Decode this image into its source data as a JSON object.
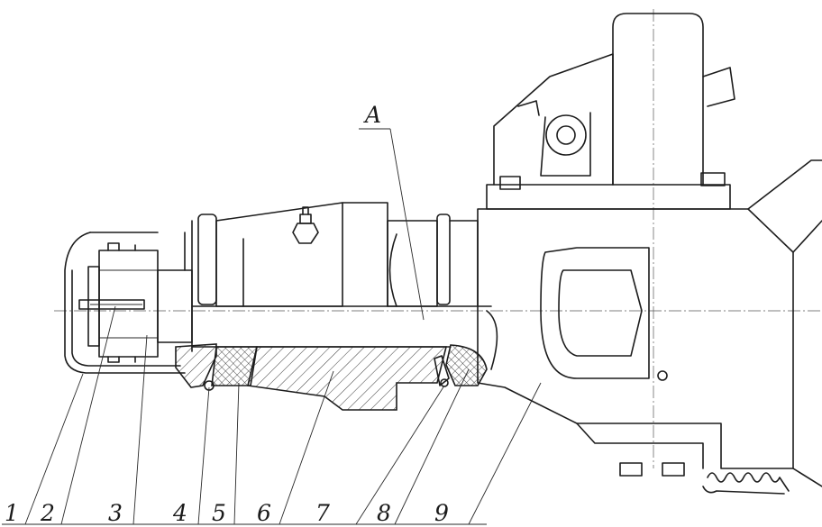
{
  "drawing": {
    "view_label": "A",
    "callouts": [
      "1",
      "2",
      "3",
      "4",
      "5",
      "6",
      "7",
      "8",
      "9"
    ]
  }
}
